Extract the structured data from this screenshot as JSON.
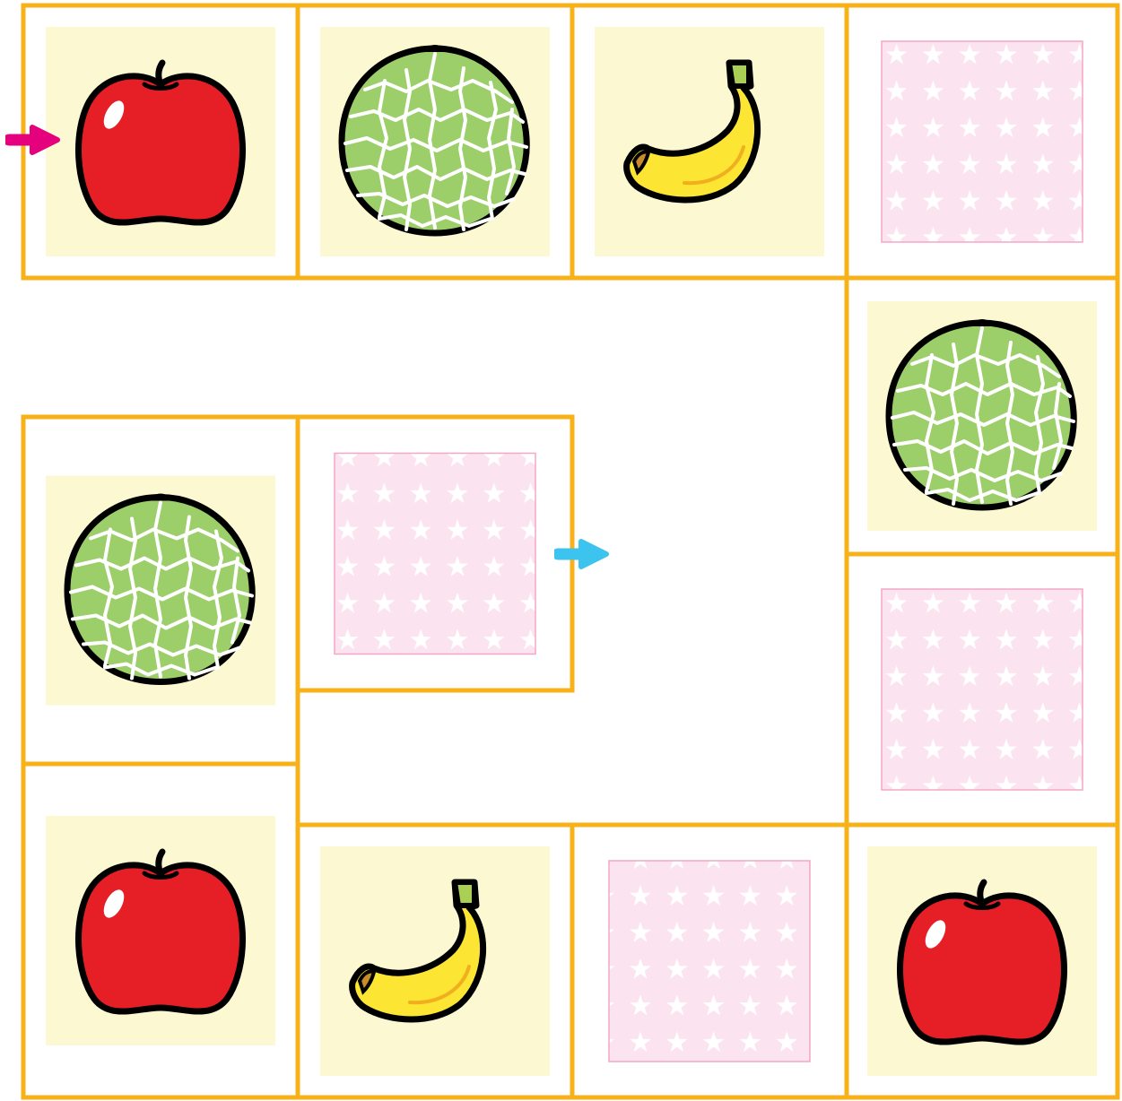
{
  "board": {
    "start_arrow": {
      "icon": "right-arrow-icon",
      "color": "#e5007e"
    },
    "goal_arrow": {
      "icon": "right-arrow-icon",
      "color": "#3cc4ee"
    },
    "border_color": "#f7b21a",
    "picture_bg": "#fcf9d2",
    "hidden_bg": "#fbe4ef",
    "cells": [
      {
        "content": "apple",
        "icon": "apple-icon"
      },
      {
        "content": "melon",
        "icon": "melon-icon"
      },
      {
        "content": "banana",
        "icon": "banana-icon"
      },
      {
        "content": "hidden",
        "icon": "star-pattern-card"
      },
      {
        "content": "melon",
        "icon": "melon-icon"
      },
      {
        "content": "hidden",
        "icon": "star-pattern-card"
      },
      {
        "content": "apple",
        "icon": "apple-icon"
      },
      {
        "content": "hidden",
        "icon": "star-pattern-card"
      },
      {
        "content": "banana",
        "icon": "banana-icon"
      },
      {
        "content": "apple",
        "icon": "apple-icon"
      },
      {
        "content": "melon",
        "icon": "melon-icon"
      },
      {
        "content": "hidden",
        "icon": "star-pattern-card"
      }
    ]
  }
}
